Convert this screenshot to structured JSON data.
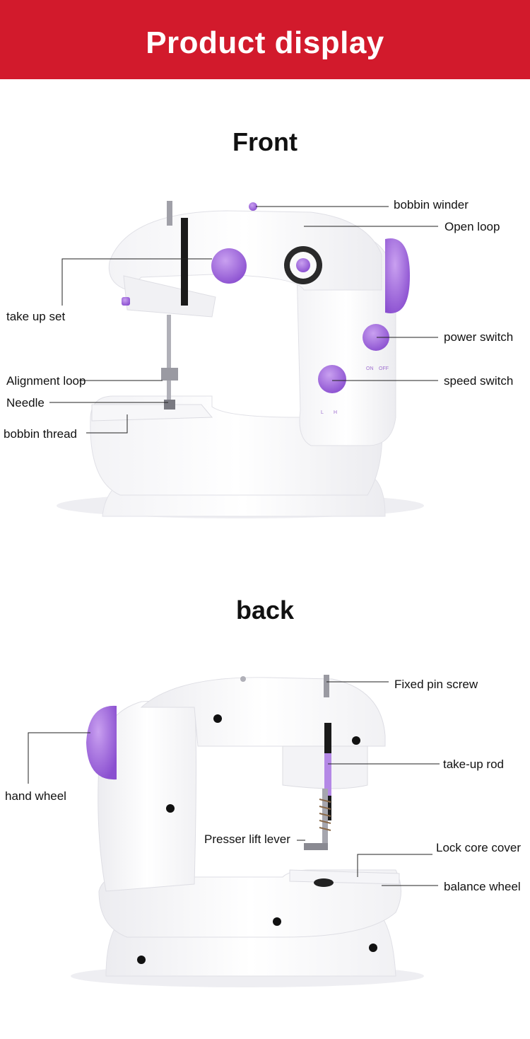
{
  "banner": {
    "title": "Product display",
    "color": "#d21a2c"
  },
  "front": {
    "title": "Front",
    "labels": {
      "bobbin_winder": "bobbin winder",
      "open_loop": "Open loop",
      "take_up_set": "take up set",
      "power_switch": "power switch",
      "alignment_loop": "Alignment loop",
      "speed_switch": "speed switch",
      "needle": "Needle",
      "bobbin_thread": "bobbin thread"
    },
    "switch_marks": {
      "on": "ON",
      "off": "OFF",
      "low": "L",
      "high": "H"
    }
  },
  "back": {
    "title": "back",
    "labels": {
      "fixed_pin_screw": "Fixed pin screw",
      "take_up_rod": "take-up rod",
      "hand_wheel": "hand wheel",
      "presser_lift_lever": "Presser lift lever",
      "lock_core_cover": "Lock core cover",
      "balance_wheel": "balance wheel"
    }
  },
  "colors": {
    "accent": "#9b5fd6",
    "body": "#ffffff",
    "shadow": "#e4e4e8",
    "line": "#222222"
  }
}
